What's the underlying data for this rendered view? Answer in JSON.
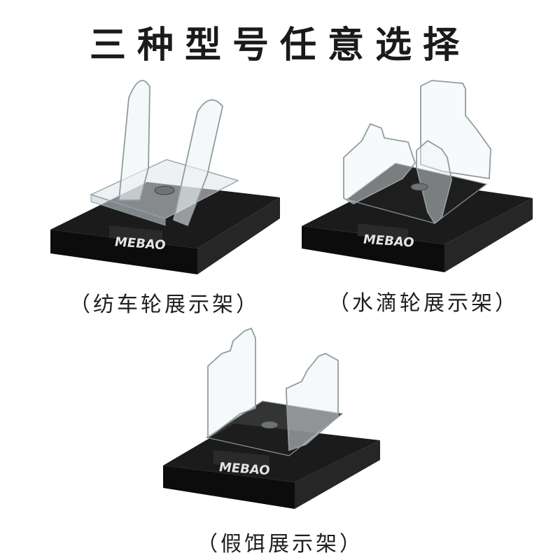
{
  "header": {
    "title": "三种型号任意选择"
  },
  "products": [
    {
      "caption": "（纺车轮展示架）",
      "brand": "MEBAO"
    },
    {
      "caption": "（水滴轮展示架）",
      "brand": "MEBAO"
    },
    {
      "caption": "（假饵展示架）",
      "brand": "MEBAO"
    }
  ],
  "colors": {
    "base": "#141414",
    "acrylic": "#e8eef2",
    "text": "#1a1a1a"
  }
}
